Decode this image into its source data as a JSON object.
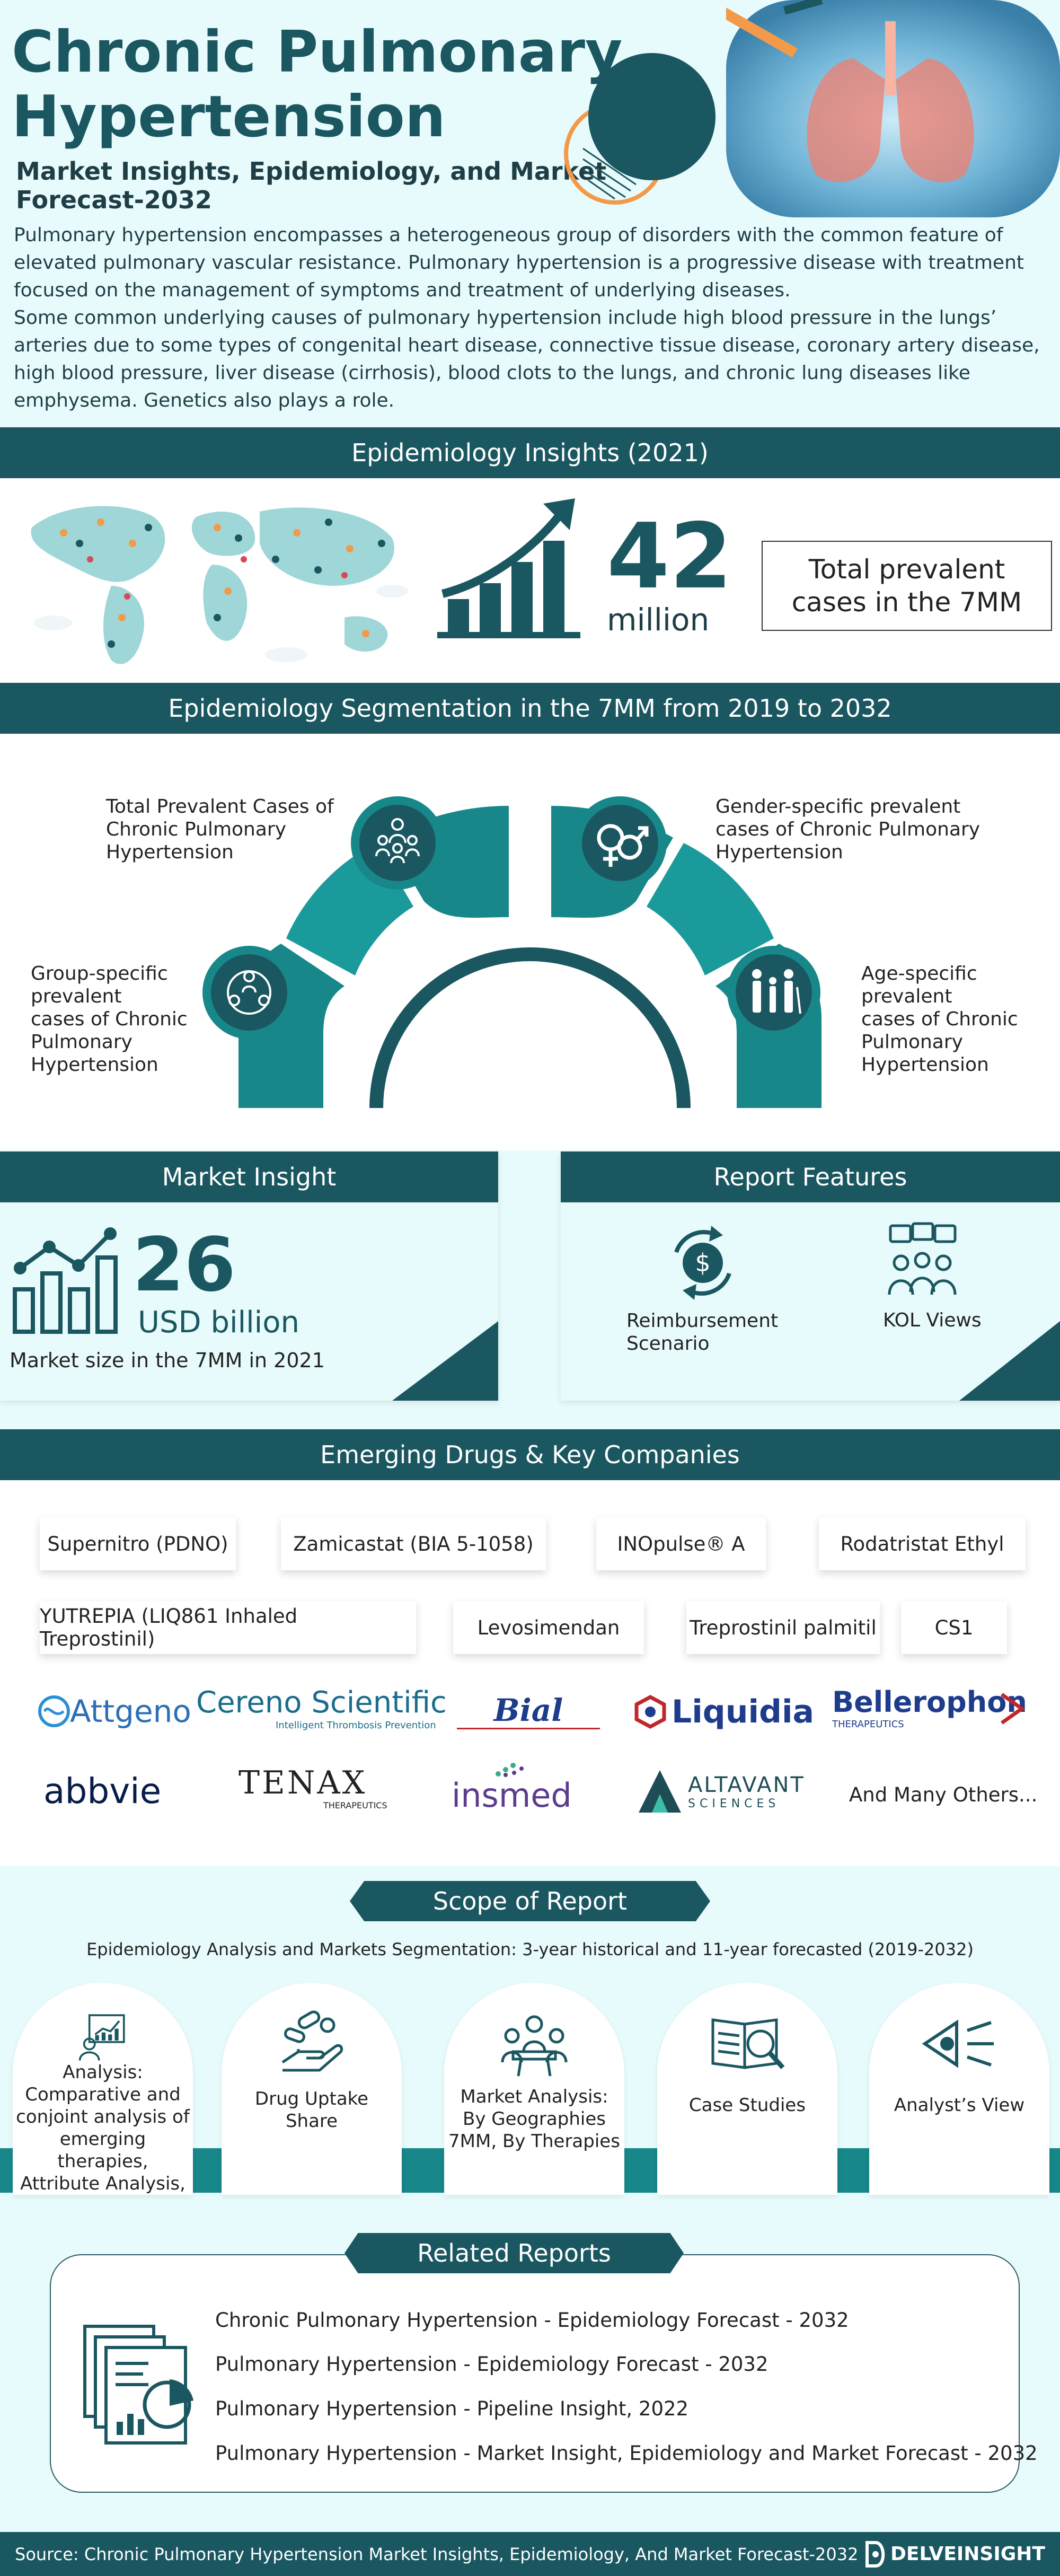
{
  "header": {
    "title_line1": "Chronic Pulmonary",
    "title_line2": "Hypertension",
    "subtitle_line1": "Market Insights, Epidemiology, and Market",
    "subtitle_line2": "Forecast-2032"
  },
  "intro": {
    "p1_lines": [
      "Pulmonary hypertension encompasses a heterogeneous group of disorders with the common feature of",
      "elevated pulmonary vascular resistance. Pulmonary hypertension is a progressive disease with treatment",
      "focused on the management of symptoms and treatment of underlying diseases."
    ],
    "p2_lines": [
      "Some common underlying causes of pulmonary hypertension include high blood pressure in the lungs’",
      "arteries due to some types of congenital heart disease, connective tissue disease, coronary artery disease,",
      "high blood pressure, liver disease (cirrhosis), blood clots to the lungs, and chronic lung diseases like",
      "emphysema. Genetics also plays a role."
    ]
  },
  "epi_insights": {
    "heading": "Epidemiology Insights (2021)",
    "value": "42",
    "unit": "million",
    "box_line1": "Total prevalent",
    "box_line2": "cases in the 7MM"
  },
  "segmentation": {
    "heading": "Epidemiology Segmentation in the 7MM from 2019 to 2032",
    "total_lines": [
      "Total Prevalent Cases of",
      "Chronic Pulmonary",
      "Hypertension"
    ],
    "gender_lines": [
      "Gender-specific prevalent",
      "cases of Chronic Pulmonary",
      "Hypertension"
    ],
    "group_lines": [
      "Group-specific",
      "prevalent",
      "cases of Chronic",
      "Pulmonary",
      "Hypertension"
    ],
    "age_lines": [
      "Age-specific",
      "prevalent",
      "cases of Chronic",
      "Pulmonary",
      "Hypertension"
    ]
  },
  "market_insight": {
    "heading": "Market Insight",
    "value": "26",
    "unit": "USD billion",
    "caption": "Market size in the 7MM in 2021"
  },
  "report_features": {
    "heading": "Report Features",
    "item1_lines": [
      "Reimbursement",
      "Scenario"
    ],
    "item2": "KOL Views"
  },
  "emerging": {
    "heading": "Emerging Drugs & Key Companies",
    "drugs": [
      "Supernitro (PDNO)",
      "Zamicastat (BIA 5-1058)",
      "INOpulse® A",
      "Rodatristat Ethyl",
      "YUTREPIA (LIQ861 Inhaled Treprostinil)",
      "Levosimendan",
      "Treprostinil palmitil",
      "CS1"
    ],
    "companies": [
      "Attgeno",
      "Cereno Scientific",
      "Bial",
      "Liquidia",
      "Bellerophon",
      "abbvie",
      "TENAX",
      "insmed",
      "ALTAVANT",
      "And Many Others..."
    ],
    "company_taglines": {
      "cereno": "Intelligent Thrombosis Prevention",
      "bellerophon": "THERAPEUTICS",
      "tenax": "THERAPEUTICS",
      "altavant": "SCIENCES"
    }
  },
  "scope": {
    "heading": "Scope of Report",
    "subtitle": "Epidemiology Analysis and Markets Segmentation: 3-year historical and 11-year forecasted (2019-2032)",
    "items": [
      {
        "lines": [
          "Analysis:",
          "Comparative and",
          "conjoint analysis of",
          "emerging therapies,",
          "Attribute Analysis,"
        ]
      },
      {
        "lines": [
          "Drug Uptake",
          "Share"
        ]
      },
      {
        "lines": [
          "Market Analysis:",
          "By Geographies",
          "7MM, By Therapies"
        ]
      },
      {
        "lines": [
          "Case Studies"
        ]
      },
      {
        "lines": [
          "Analyst’s View"
        ]
      }
    ]
  },
  "related": {
    "heading": "Related Reports",
    "items": [
      "Chronic Pulmonary Hypertension - Epidemiology Forecast - 2032",
      "Pulmonary Hypertension - Epidemiology Forecast - 2032",
      "Pulmonary Hypertension - Pipeline Insight, 2022",
      "Pulmonary Hypertension - Market Insight, Epidemiology and Market Forecast - 2032"
    ]
  },
  "footer": {
    "source": "Source: Chronic Pulmonary Hypertension Market Insights, Epidemiology, And Market Forecast-2032",
    "brand": "DELVEINSIGHT"
  },
  "colors": {
    "primary": "#1a5760",
    "accent": "#17878a",
    "background": "#e8fbfc",
    "orange": "#f29a4a"
  }
}
